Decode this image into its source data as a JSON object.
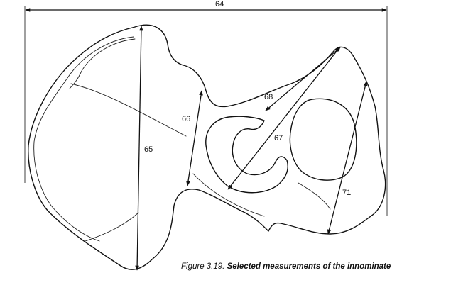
{
  "measurements": [
    {
      "id": "64",
      "label": "64"
    },
    {
      "id": "65",
      "label": "65"
    },
    {
      "id": "66",
      "label": "66"
    },
    {
      "id": "67",
      "label": "67"
    },
    {
      "id": "68",
      "label": "68"
    },
    {
      "id": "71",
      "label": "71"
    }
  ],
  "caption": {
    "number": "Figure 3.19.",
    "title": "Selected measurements of the innominate"
  }
}
